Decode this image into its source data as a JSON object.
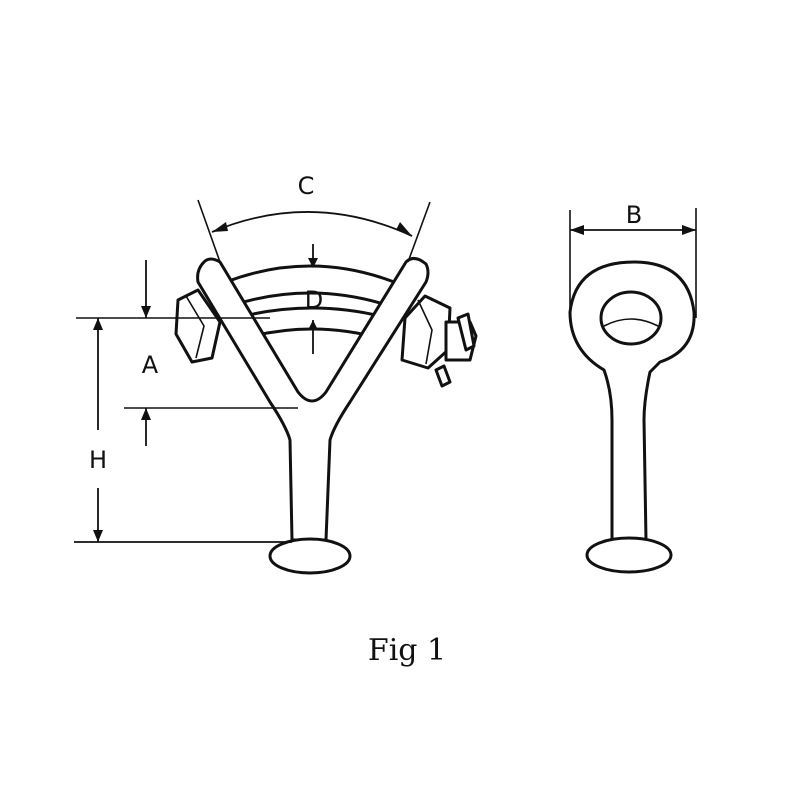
{
  "figure": {
    "caption": "Fig 1",
    "line_color": "#111111",
    "background": "#ffffff"
  },
  "dimensions": {
    "A": "A",
    "B": "B",
    "C": "C",
    "D": "D",
    "H": "H"
  }
}
